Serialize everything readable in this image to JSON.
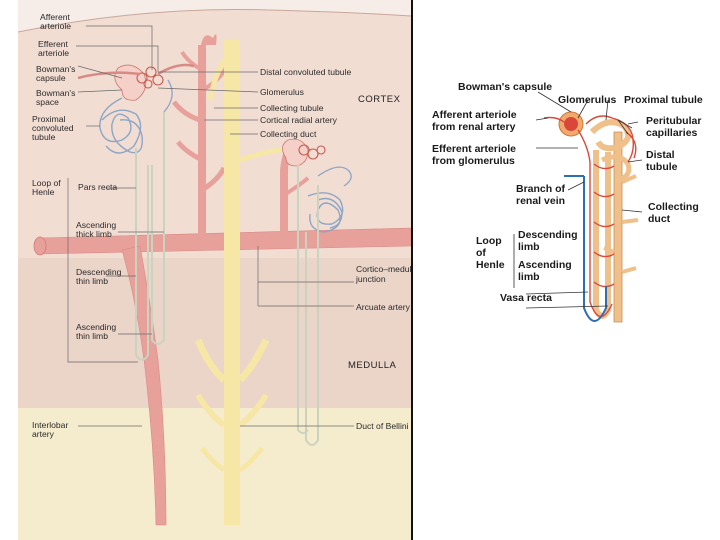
{
  "left": {
    "labels": {
      "afferent_arteriole": "Afferent arteriole",
      "efferent_arteriole": "Efferent arteriole",
      "bowmans_capsule": "Bowman's capsule",
      "bowmans_space": "Bowman's space",
      "proximal_tubule": "Proximal convoluted tubule",
      "loop_of_henle": "Loop of Henle",
      "pars_recta": "Pars recta",
      "ascending_thick_limb": "Ascending thick limb",
      "descending_thin_limb": "Descending thin limb",
      "ascending_thin_limb": "Ascending thin limb",
      "interlobar_artery": "Interlobar artery",
      "distal_tubule": "Distal convoluted tubule",
      "glomerulus": "Glomerulus",
      "collecting_tubule": "Collecting tubule",
      "cortical_radial_artery": "Cortical radial artery",
      "collecting_duct": "Collecting duct",
      "cortex": "CORTEX",
      "cortico_medullary": "Cortico-medullary junction",
      "arcuate_artery": "Arcuate artery",
      "medulla": "MEDULLA",
      "duct_of_bellini": "Duct of Bellini"
    }
  },
  "right": {
    "labels": {
      "bowmans_capsule": "Bowman's capsule",
      "glomerulus": "Glomerulus",
      "proximal_tubule": "Proximal tubule",
      "afferent_arteriole": "Afferent arteriole from renal artery",
      "peritubular": "Peritubular capillaries",
      "efferent_arteriole": "Efferent arteriole from glomerulus",
      "distal_tubule": "Distal tubule",
      "renal_vein": "Branch of renal vein",
      "collecting_duct": "Collecting duct",
      "loop_of_henle": "Loop of Henle",
      "descending_limb": "Descending limb",
      "ascending_limb": "Ascending limb",
      "vasa_recta": "Vasa recta"
    }
  },
  "colors": {
    "capsule_bg": "#f6ece8",
    "cortex_bg": "#f2ddd3",
    "medulla_bg": "#ebd4c8",
    "inner_medulla_bg": "#f5eccd",
    "artery": "#e8a09a",
    "collecting_duct": "#f7e7a6",
    "tubule": "#c9d3c0",
    "convoluted": "#8da6c6",
    "red_vessel": "#d94a3a",
    "blue_vessel": "#2f6db5",
    "tan_duct": "#f0c08a"
  }
}
